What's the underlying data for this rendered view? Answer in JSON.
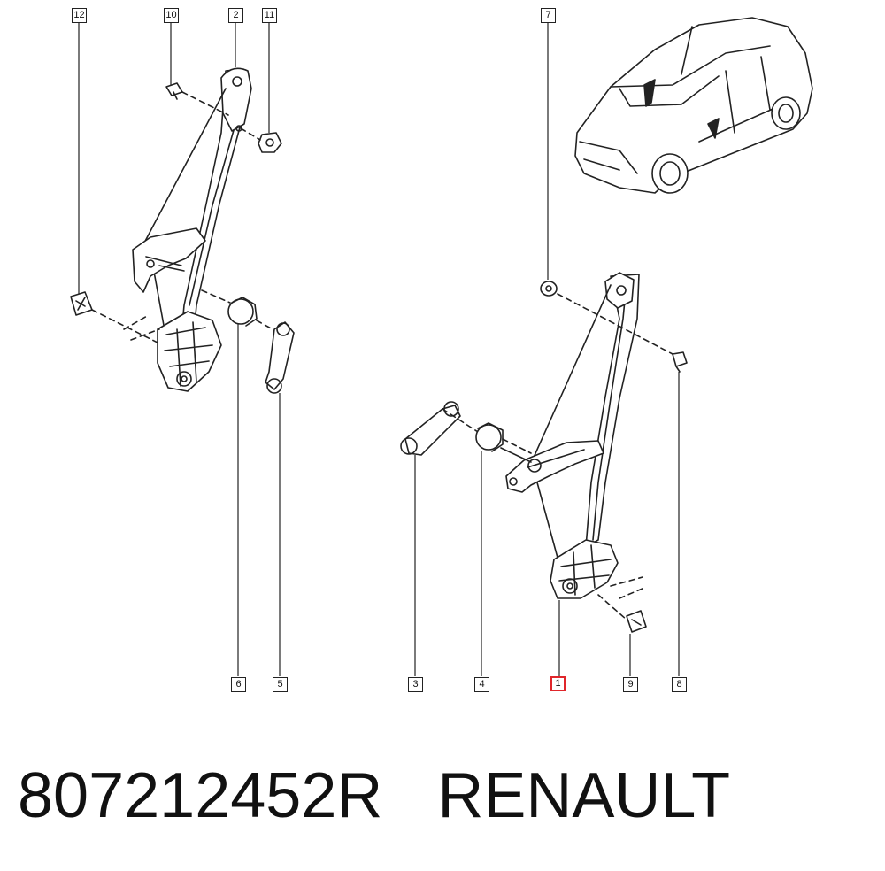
{
  "callouts": {
    "c12": "12",
    "c10": "10",
    "c2": "2",
    "c11": "11",
    "c7": "7",
    "c6": "6",
    "c5": "5",
    "c3": "3",
    "c4": "4",
    "c1": "1",
    "c9": "9",
    "c8": "8"
  },
  "highlighted_callout": "1",
  "footer": {
    "part_number": "807212452R",
    "brand": "RENAULT"
  },
  "colors": {
    "line": "#222222",
    "highlight": "#e0262b"
  }
}
